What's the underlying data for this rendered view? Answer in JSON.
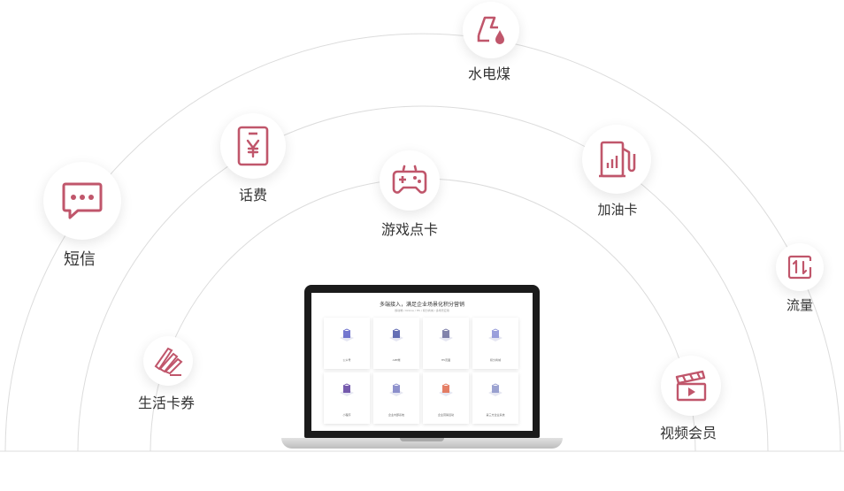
{
  "colors": {
    "accent": "#c0566b",
    "arc": "#d9d9d9"
  },
  "services": {
    "water_power_gas": {
      "label": "水电煤",
      "icon": "water-electric-icon"
    },
    "phone_bill": {
      "label": "话费",
      "icon": "phone-bill-icon"
    },
    "fuel_card": {
      "label": "加油卡",
      "icon": "fuel-pump-icon"
    },
    "sms": {
      "label": "短信",
      "icon": "sms-icon"
    },
    "game_card": {
      "label": "游戏点卡",
      "icon": "gamepad-icon"
    },
    "data_flow": {
      "label": "流量",
      "icon": "data-flow-icon"
    },
    "life_coupon": {
      "label": "生活卡券",
      "icon": "coupon-icon"
    },
    "video_vip": {
      "label": "视频会员",
      "icon": "video-icon"
    }
  },
  "laptop": {
    "title": "多端接入，满足企业场景化积分营销",
    "subtitle": "移动端 / Online / H5 / 积分商城 / 多场景应用",
    "cards": [
      {
        "label": "公众号",
        "color": "#5b5fc7"
      },
      {
        "label": "APP端",
        "color": "#4a56a8"
      },
      {
        "label": "H5页面",
        "color": "#6c6f9e"
      },
      {
        "label": "积分商城",
        "color": "#8a8fd6"
      },
      {
        "label": "小程序",
        "color": "#5f3fa0"
      },
      {
        "label": "企业内部系统",
        "color": "#7b7fc4"
      },
      {
        "label": "企业营销活动",
        "color": "#e0684b"
      },
      {
        "label": "第三方企业系统",
        "color": "#8b93c9"
      }
    ]
  }
}
